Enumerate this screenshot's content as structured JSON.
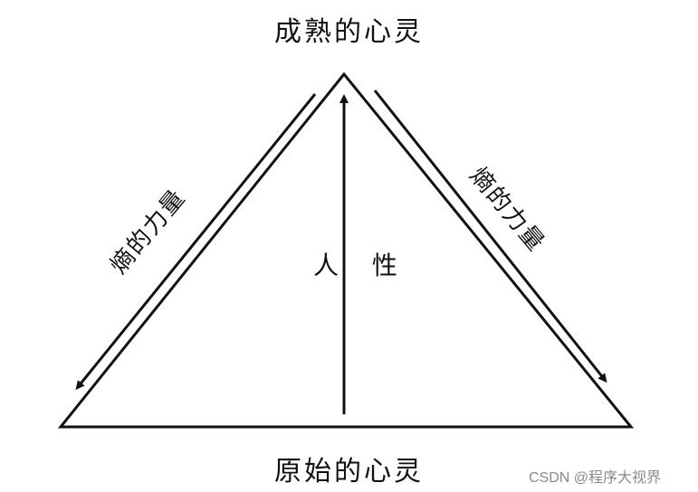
{
  "labels": {
    "top": "成熟的心灵",
    "bottom": "原始的心灵",
    "center": "人 性",
    "left_arrow": "熵的力量",
    "right_arrow": "熵的力量"
  },
  "watermark": "CSDN @程序大视界",
  "colors": {
    "line": "#111111",
    "background": "#ffffff",
    "watermark": "#8a8a8a"
  }
}
